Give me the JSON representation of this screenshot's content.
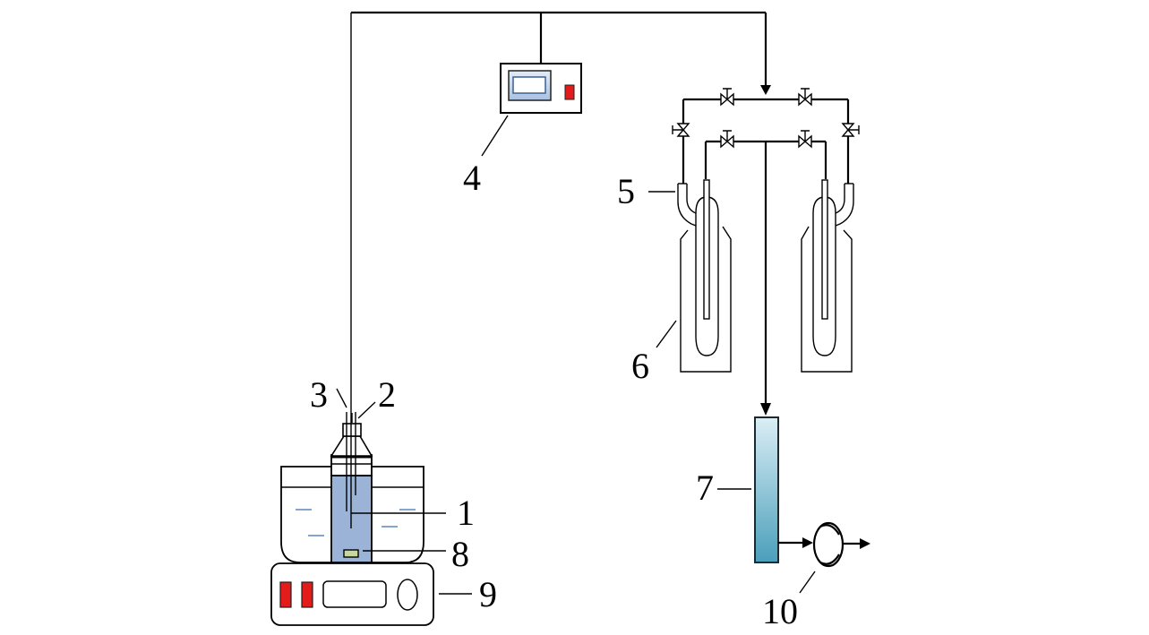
{
  "diagram": {
    "type": "experimental apparatus schematic",
    "components": [
      {
        "id": "1",
        "label": "1",
        "name": "electrode / probe in reactor"
      },
      {
        "id": "2",
        "label": "2",
        "name": "inlet tube"
      },
      {
        "id": "3",
        "label": "3",
        "name": "outlet tube"
      },
      {
        "id": "4",
        "label": "4",
        "name": "controller / meter"
      },
      {
        "id": "5",
        "label": "5",
        "name": "gas washing bottle inlet"
      },
      {
        "id": "6",
        "label": "6",
        "name": "gas washing bottle"
      },
      {
        "id": "7",
        "label": "7",
        "name": "drying column"
      },
      {
        "id": "8",
        "label": "8",
        "name": "stir bar"
      },
      {
        "id": "9",
        "label": "9",
        "name": "magnetic stirrer / hot plate"
      },
      {
        "id": "10",
        "label": "10",
        "name": "pump"
      }
    ],
    "colors": {
      "reactor_liquid": "#9ab3d6",
      "indicator_red": "#e31b1b",
      "screen_blue": "#c9d8ec",
      "stir_bar": "#c8d89a",
      "bath_line": "#5b86c4",
      "column_top": "#dbeef5",
      "column_bottom": "#4a9fbb"
    }
  }
}
